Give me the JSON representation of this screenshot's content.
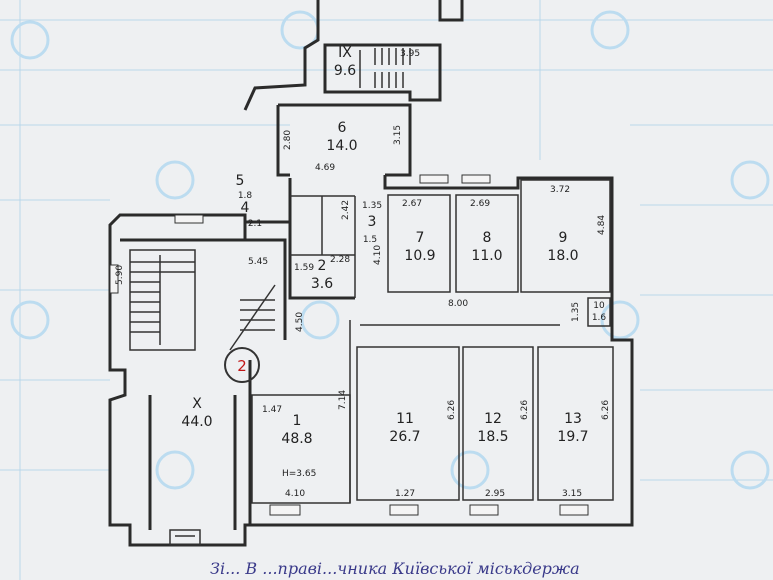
{
  "rooms": [
    {
      "id": "IX",
      "num": "IX",
      "area": "9.6"
    },
    {
      "id": "6",
      "num": "6",
      "area": "14.0"
    },
    {
      "id": "5",
      "num": "5",
      "area": "1.8"
    },
    {
      "id": "4",
      "num": "4",
      "area": "2.1"
    },
    {
      "id": "3",
      "num": "3",
      "area": "1.5"
    },
    {
      "id": "2",
      "num": "2",
      "area": "3.6"
    },
    {
      "id": "7",
      "num": "7",
      "area": "10.9"
    },
    {
      "id": "8",
      "num": "8",
      "area": "11.0"
    },
    {
      "id": "9",
      "num": "9",
      "area": "18.0"
    },
    {
      "id": "10",
      "num": "10",
      "area": "1.6"
    },
    {
      "id": "X",
      "num": "X",
      "area": "44.0"
    },
    {
      "id": "1",
      "num": "1",
      "area": "48.8"
    },
    {
      "id": "11",
      "num": "11",
      "area": "26.7"
    },
    {
      "id": "12",
      "num": "12",
      "area": "18.5"
    },
    {
      "id": "13",
      "num": "13",
      "area": "19.7"
    }
  ],
  "dims": [
    "3.95",
    "2.80",
    "4.69",
    "3.15",
    "1.35",
    "2.42",
    "4.10",
    "1.59",
    "2.28",
    "2.67",
    "2.69",
    "3.72",
    "4.84",
    "8.00",
    "1.35",
    "5.90",
    "5.45",
    "4.50",
    "7.14",
    "1.47",
    "4.10",
    "6.26",
    "1.27",
    "6.26",
    "2.95",
    "6.26",
    "3.15"
  ],
  "height_label": "H=3.65",
  "marker": "2",
  "caption": "Зі... В ...праві...чника Київської міськдержа"
}
